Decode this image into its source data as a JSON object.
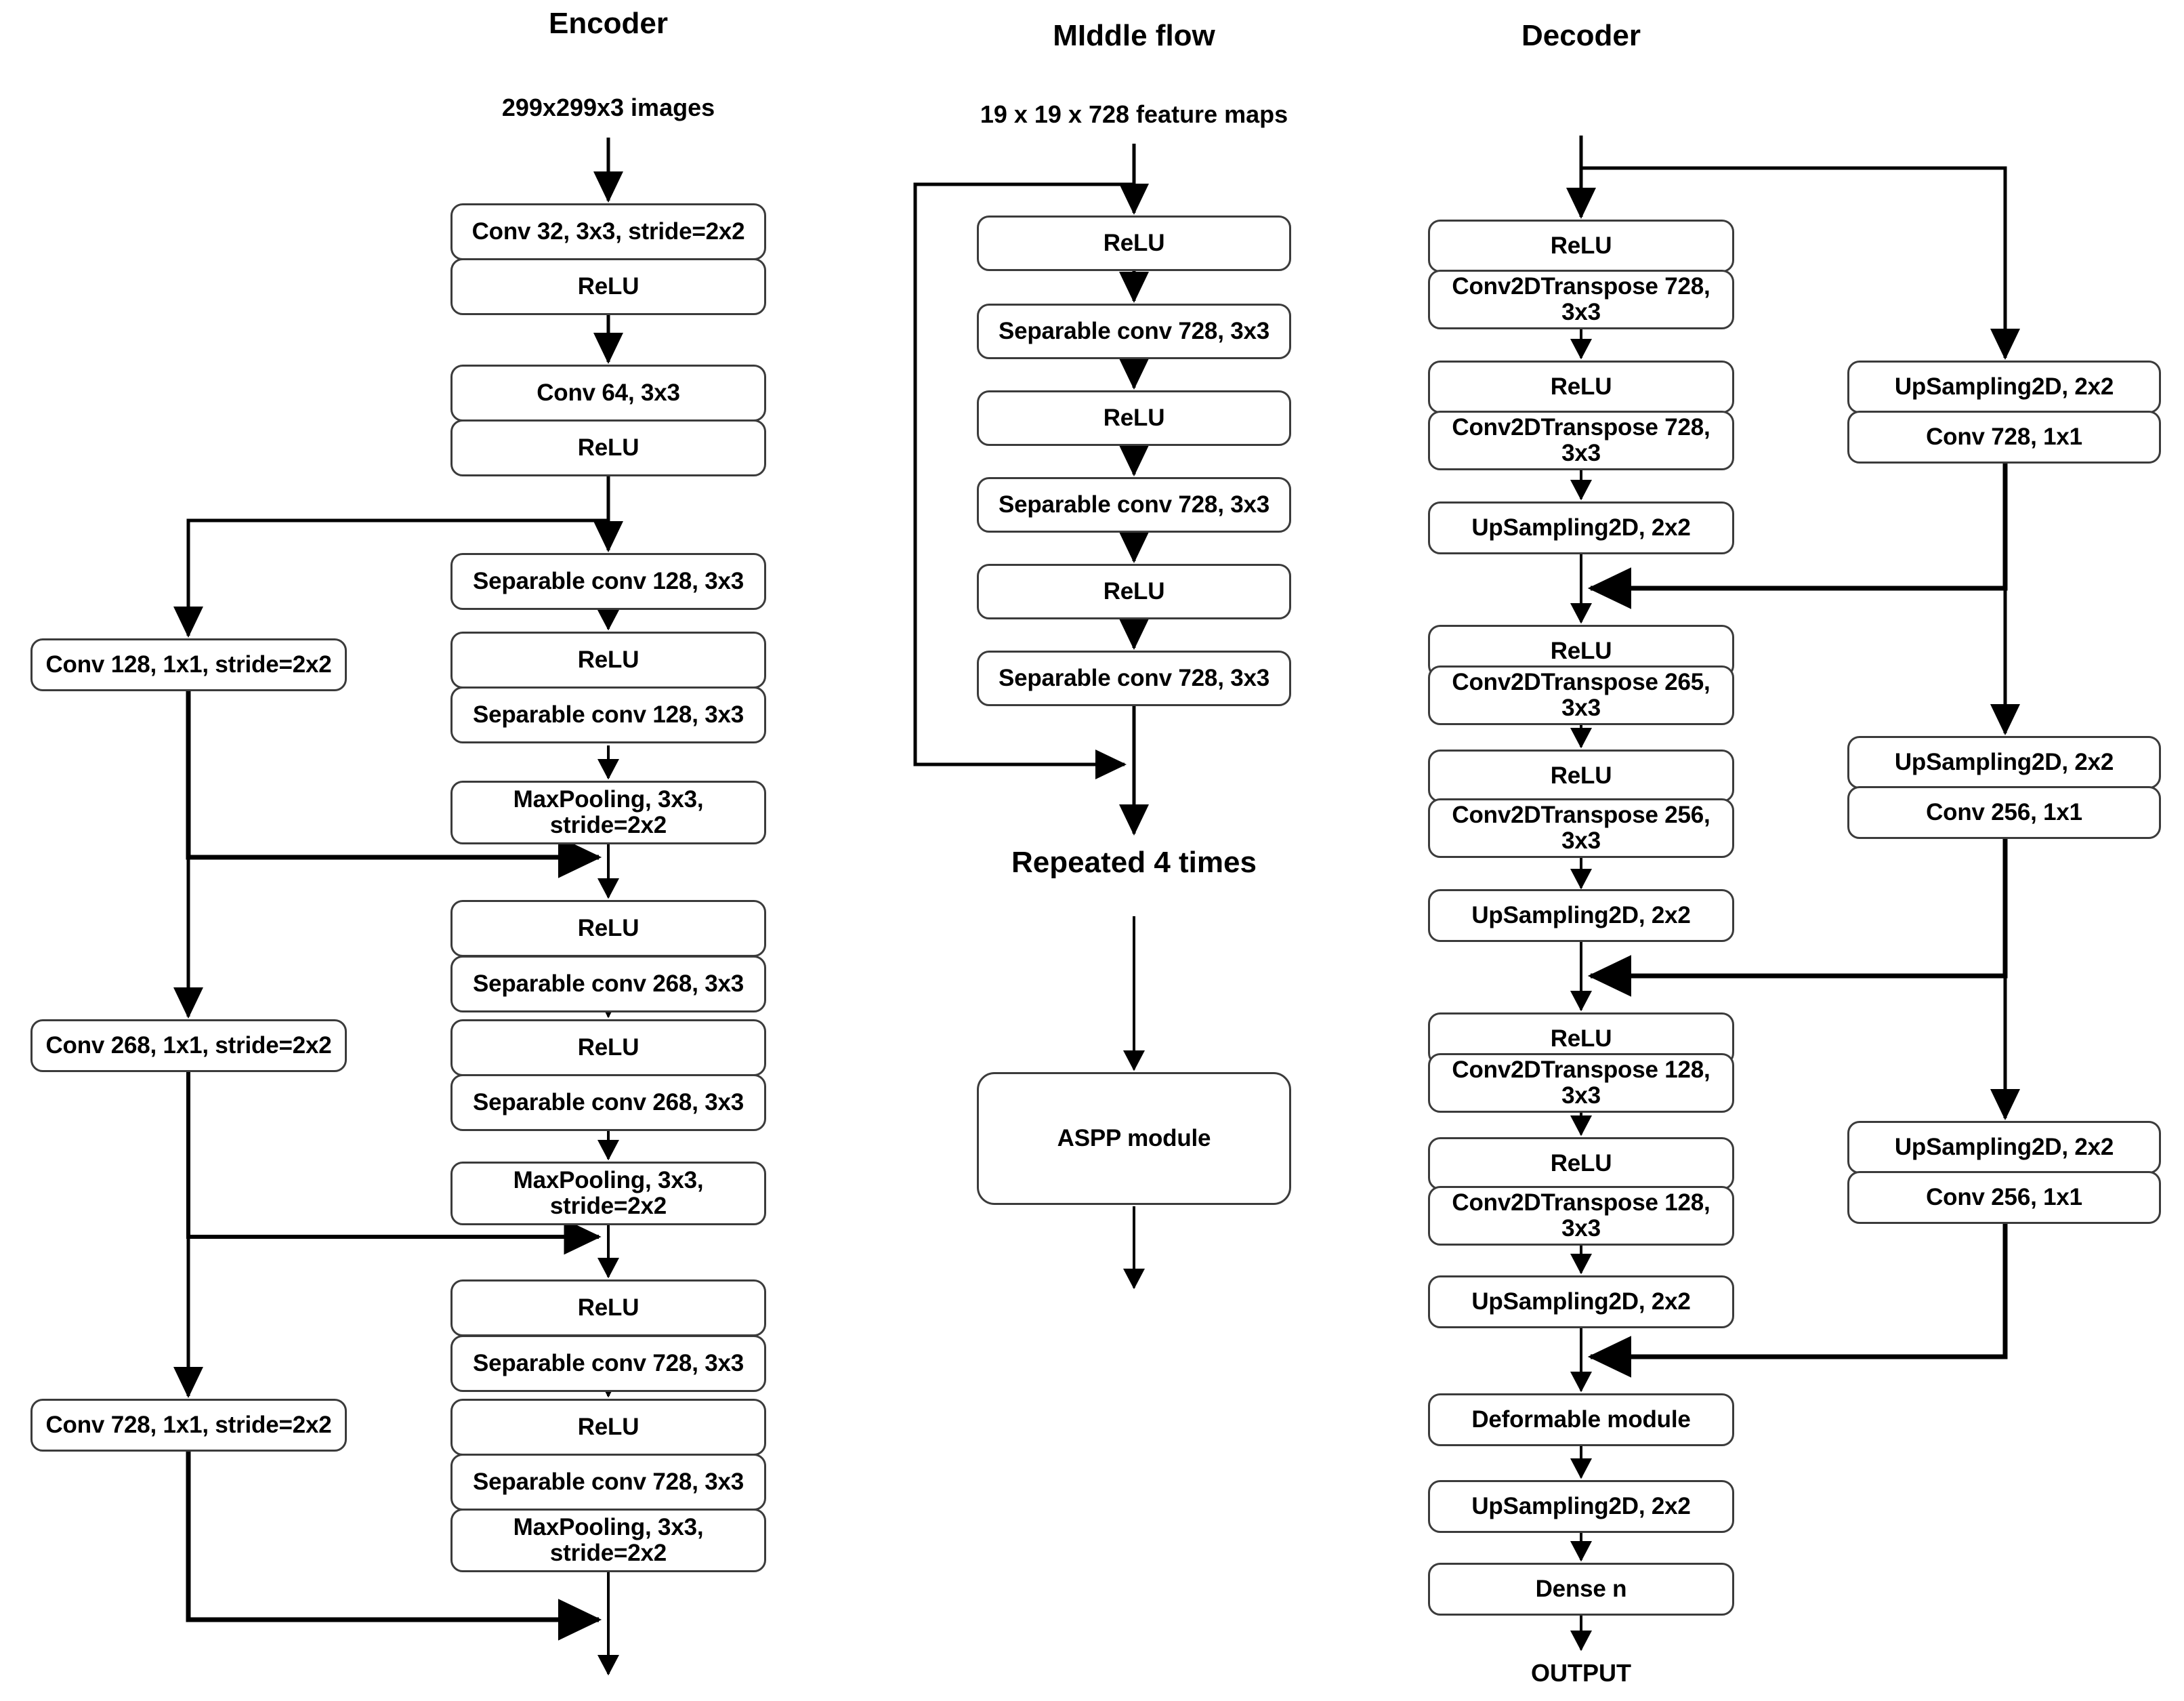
{
  "diagram": {
    "title_encoder": "Encoder",
    "title_middle": "MIddle flow",
    "title_decoder": "Decoder",
    "label_input_images": "299x299x3 images",
    "label_feature_maps": "19 x 19 x 728 feature maps",
    "label_repeated": "Repeated 4 times",
    "label_output": "OUTPUT",
    "colors": {
      "box_stroke": "#3b3b3b",
      "arrow": "#000000",
      "background": "#ffffff"
    }
  },
  "encoder": {
    "main_blocks": [
      {
        "label": "Conv 32, 3x3, stride=2x2"
      },
      {
        "label": "ReLU"
      },
      {
        "label": "Conv 64, 3x3"
      },
      {
        "label": "ReLU"
      },
      {
        "label": "Separable conv 128, 3x3"
      },
      {
        "label": "ReLU"
      },
      {
        "label": "Separable conv 128, 3x3"
      },
      {
        "label": "MaxPooling, 3x3, stride=2x2"
      },
      {
        "label": "ReLU"
      },
      {
        "label": "Separable conv 268, 3x3"
      },
      {
        "label": "ReLU"
      },
      {
        "label": "Separable conv 268, 3x3"
      },
      {
        "label": "MaxPooling, 3x3, stride=2x2"
      },
      {
        "label": "ReLU"
      },
      {
        "label": "Separable conv 728, 3x3"
      },
      {
        "label": "ReLU"
      },
      {
        "label": "Separable conv 728, 3x3"
      },
      {
        "label": "MaxPooling, 3x3, stride=2x2"
      }
    ],
    "skip_blocks": [
      {
        "label": "Conv 128, 1x1, stride=2x2"
      },
      {
        "label": "Conv 268, 1x1, stride=2x2"
      },
      {
        "label": "Conv 728, 1x1, stride=2x2"
      }
    ]
  },
  "middle_flow": {
    "blocks": [
      {
        "label": "ReLU"
      },
      {
        "label": "Separable conv 728, 3x3"
      },
      {
        "label": "ReLU"
      },
      {
        "label": "Separable conv 728, 3x3"
      },
      {
        "label": "ReLU"
      },
      {
        "label": "Separable conv 728, 3x3"
      }
    ],
    "aspp_block": {
      "label": "ASPP module"
    }
  },
  "decoder": {
    "main_blocks": [
      {
        "label": "ReLU"
      },
      {
        "label": "Conv2DTranspose 728, 3x3"
      },
      {
        "label": "ReLU"
      },
      {
        "label": "Conv2DTranspose 728, 3x3"
      },
      {
        "label": "UpSampling2D, 2x2"
      },
      {
        "label": "ReLU"
      },
      {
        "label": "Conv2DTranspose 265, 3x3"
      },
      {
        "label": "ReLU"
      },
      {
        "label": "Conv2DTranspose 256, 3x3"
      },
      {
        "label": "UpSampling2D, 2x2"
      },
      {
        "label": "ReLU"
      },
      {
        "label": "Conv2DTranspose 128, 3x3"
      },
      {
        "label": "ReLU"
      },
      {
        "label": "Conv2DTranspose 128, 3x3"
      },
      {
        "label": "UpSampling2D, 2x2"
      },
      {
        "label": "Deformable module"
      },
      {
        "label": "UpSampling2D, 2x2"
      },
      {
        "label": "Dense n"
      }
    ],
    "skip_blocks": [
      {
        "label": "UpSampling2D, 2x2"
      },
      {
        "label": "Conv 728, 1x1"
      },
      {
        "label": "UpSampling2D, 2x2"
      },
      {
        "label": "Conv 256, 1x1"
      },
      {
        "label": "UpSampling2D, 2x2"
      },
      {
        "label": "Conv 256, 1x1"
      }
    ]
  }
}
